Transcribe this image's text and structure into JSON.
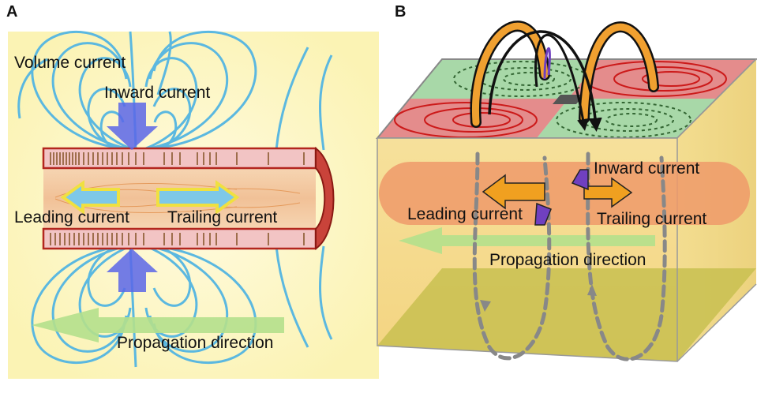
{
  "panel_a": {
    "letter": "A",
    "labels": {
      "volume_current": "Volume current",
      "inward_current": "Inward current",
      "leading_current": "Leading current",
      "trailing_current": "Trailing current",
      "propagation_direction": "Propagation direction"
    }
  },
  "panel_b": {
    "letter": "B",
    "labels": {
      "inward_current": "Inward current",
      "leading_current": "Leading current",
      "trailing_current": "Trailing current",
      "propagation_direction": "Propagation direction"
    }
  },
  "colors": {
    "field_line": "#5bb8e0",
    "inward_arrow": "#5a66e8",
    "axon_wall": "#f2c4c4",
    "axon_border": "#b3261e",
    "axon_core": "#f3c9a0",
    "current_arrow_fill": "#7ec8e8",
    "current_arrow_outline": "#f0e040",
    "propagation_arrow": "#b4e08c",
    "cube_top_red": "#e48c8c",
    "cube_top_green": "#a8d8a8",
    "cube_front": "#f5dc90",
    "cube_floor": "#c8c050",
    "orange_arrow": "#f0a020",
    "purple_arrow": "#7040c0"
  }
}
